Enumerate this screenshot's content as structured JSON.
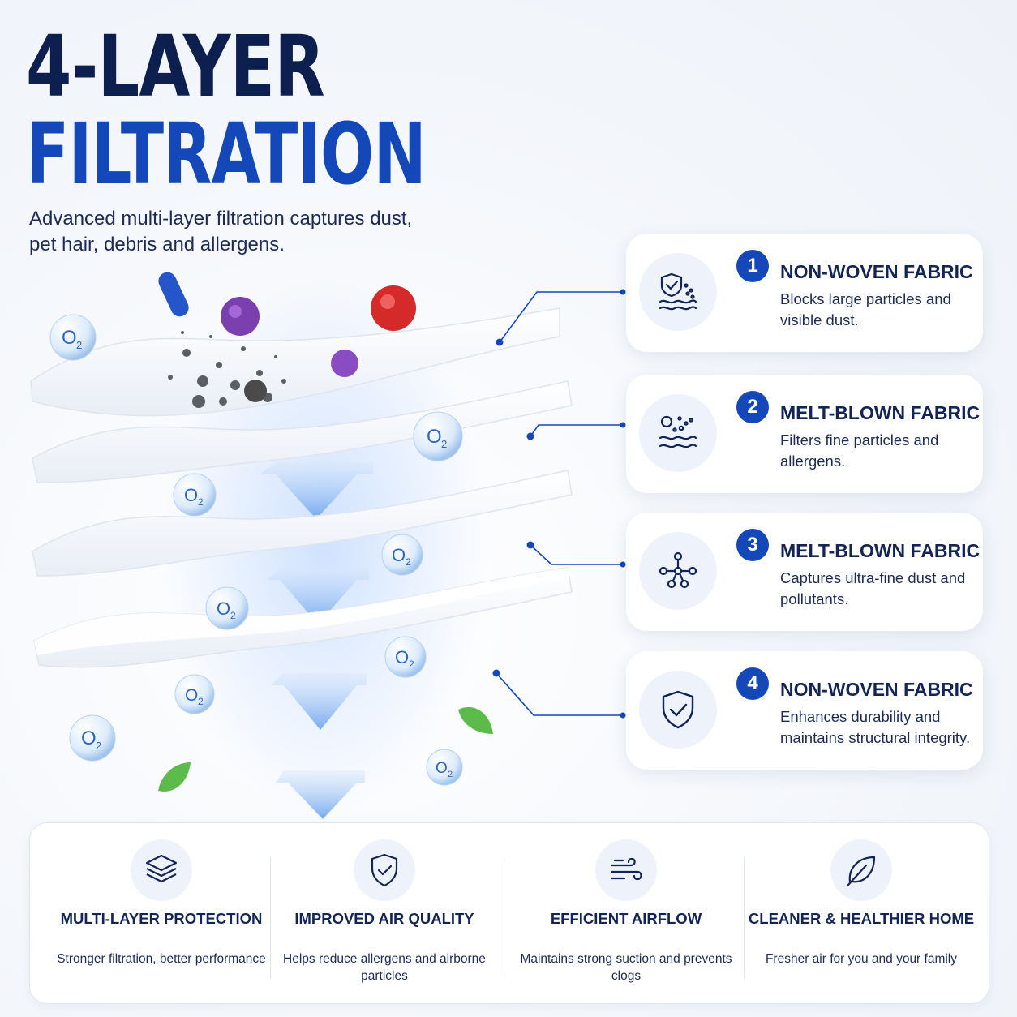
{
  "header": {
    "title_line1": "4-LAYER",
    "title_line2": "FILTRATION",
    "subtitle": "Advanced multi-layer filtration captures dust, pet hair, debris and allergens."
  },
  "illustration": {
    "oxygen_label": "O",
    "oxygen_sub": "2"
  },
  "layers": [
    {
      "number": "1",
      "title": "NON-WOVEN FABRIC",
      "description": "Blocks large particles and visible dust.",
      "icon": "shield-particles-icon"
    },
    {
      "number": "2",
      "title": "MELT-BLOWN FABRIC",
      "description": "Filters fine particles and allergens.",
      "icon": "particles-waves-icon"
    },
    {
      "number": "3",
      "title": "MELT-BLOWN FABRIC",
      "description": "Captures ultra-fine dust and pollutants.",
      "icon": "molecule-network-icon"
    },
    {
      "number": "4",
      "title": "NON-WOVEN FABRIC",
      "description": "Enhances durability and maintains structural integrity.",
      "icon": "shield-check-icon"
    }
  ],
  "benefits": [
    {
      "title": "MULTI-LAYER PROTECTION",
      "description": "Stronger filtration, better performance",
      "icon": "layers-icon"
    },
    {
      "title": "IMPROVED AIR QUALITY",
      "description": "Helps reduce allergens and airborne particles",
      "icon": "shield-check-icon"
    },
    {
      "title": "EFFICIENT AIRFLOW",
      "description": "Maintains strong suction and prevents clogs",
      "icon": "wind-icon"
    },
    {
      "title": "CLEANER & HEALTHIER HOME",
      "description": "Fresher air for you and your family",
      "icon": "leaf-icon"
    }
  ],
  "colors": {
    "navy": "#0c1f4f",
    "brand_blue": "#1447b8",
    "text": "#1d2b55"
  }
}
